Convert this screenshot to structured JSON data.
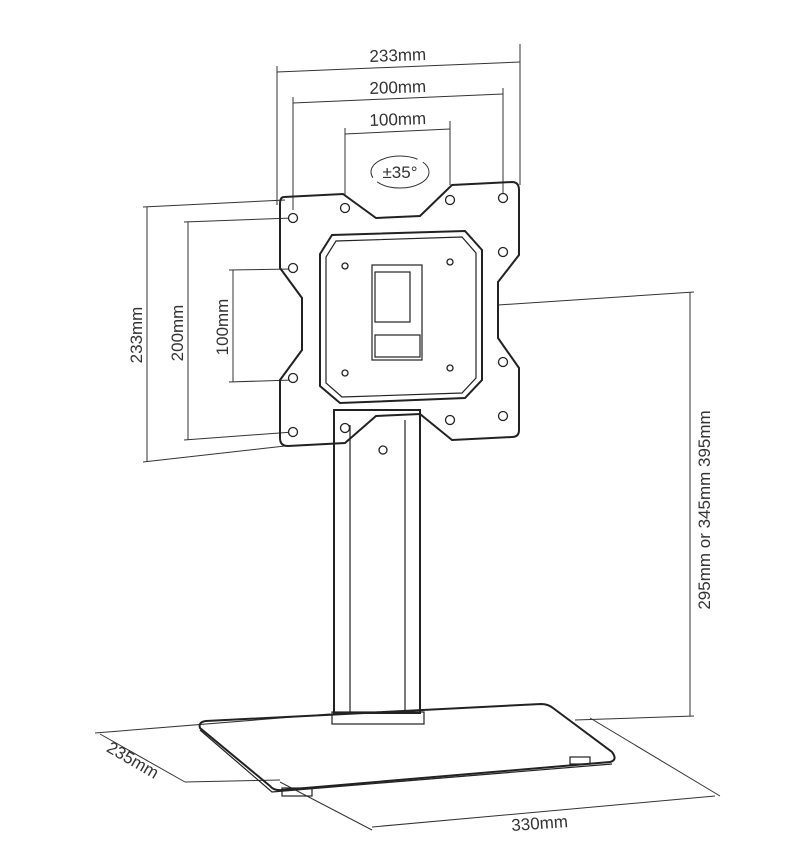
{
  "diagram": {
    "title": "TV stand dimensions",
    "top_dims": {
      "outer": "233mm",
      "middle": "200mm",
      "inner": "100mm"
    },
    "swivel": "±35°",
    "left_dims": {
      "outer": "233mm",
      "middle": "200mm",
      "inner": "100mm"
    },
    "height_dim": "295mm or 345mm 395mm",
    "base_depth": "235mm",
    "base_width": "330mm"
  }
}
